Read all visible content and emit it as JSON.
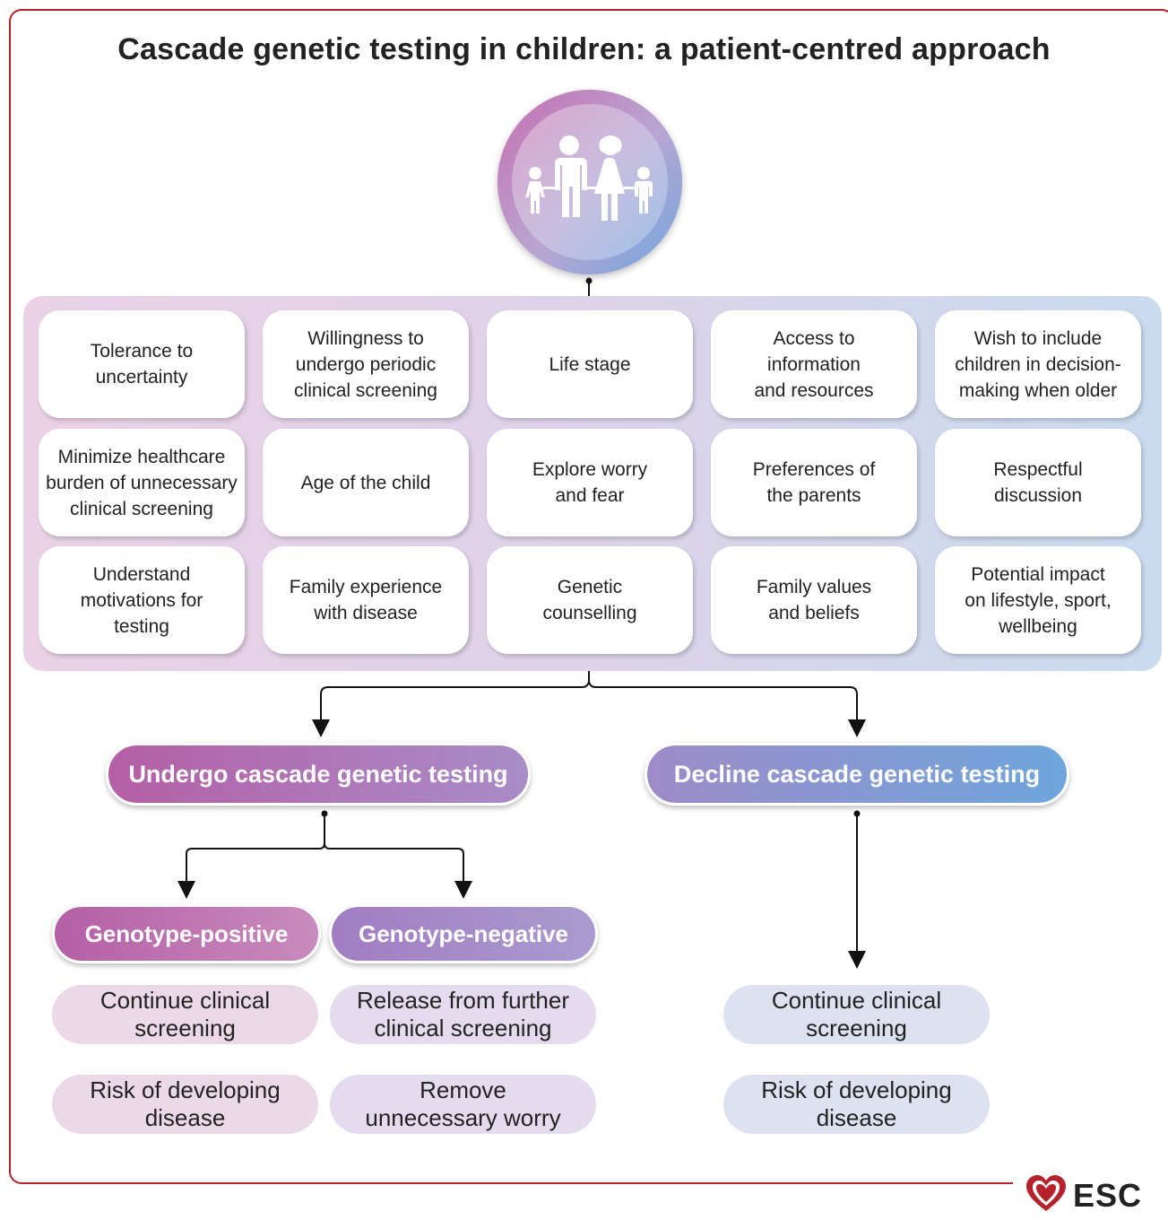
{
  "title": "Cascade genetic testing in children: a patient-centred approach",
  "icon": "family-icon",
  "factors": [
    "Tolerance to\nuncertainty",
    "Willingness to\nundergo periodic\nclinical screening",
    "Life stage",
    "Access to\ninformation\nand resources",
    "Wish to include\nchildren in decision-\nmaking when older",
    "Minimize healthcare\nburden of unnecessary\nclinical screening",
    "Age of the child",
    "Explore worry\nand fear",
    "Preferences of\nthe parents",
    "Respectful\ndiscussion",
    "Understand\nmotivations for\ntesting",
    "Family experience\nwith disease",
    "Genetic\ncounselling",
    "Family values\nand beliefs",
    "Potential impact\non lifestyle, sport,\nwellbeing"
  ],
  "undergo": {
    "label": "Undergo cascade genetic testing",
    "positive": {
      "label": "Genotype-positive",
      "outcomes": [
        "Continue clinical\nscreening",
        "Risk of developing\ndisease"
      ]
    },
    "negative": {
      "label": "Genotype-negative",
      "outcomes": [
        "Release from further\nclinical screening",
        "Remove\nunnecessary worry"
      ]
    }
  },
  "decline": {
    "label": "Decline cascade genetic testing",
    "outcomes": [
      "Continue clinical\nscreening",
      "Risk of developing\ndisease"
    ]
  },
  "logo": {
    "text": "ESC",
    "color": "#b5222c"
  },
  "colors": {
    "frame": "#b5222c",
    "pink": "#b86aa8",
    "purple": "#9a86c4",
    "blue": "#6fa6de"
  }
}
